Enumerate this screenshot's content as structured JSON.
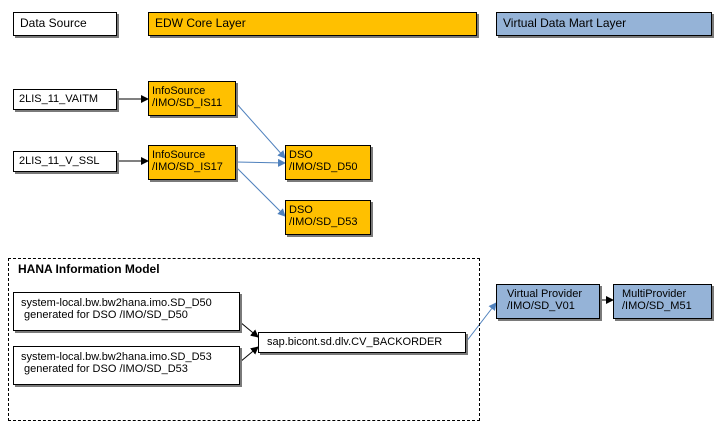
{
  "headers": {
    "data_source": "Data Source",
    "edw_core": "EDW Core Layer",
    "virtual_mart": "Virtual Data Mart Layer"
  },
  "sources": {
    "vaitm": "2LIS_11_VAITM",
    "v_ssl": "2LIS_11_V_SSL"
  },
  "infosources": {
    "is11": {
      "line1": "InfoSource",
      "line2": "/IMO/SD_IS11"
    },
    "is17": {
      "line1": "InfoSource",
      "line2": "/IMO/SD_IS17"
    }
  },
  "dsos": {
    "d50": {
      "line1": "DSO",
      "line2": "/IMO/SD_D50"
    },
    "d53": {
      "line1": "DSO",
      "line2": "/IMO/SD_D53"
    }
  },
  "hana": {
    "title": "HANA Information Model",
    "view_d50": {
      "line1": "system-local.bw.bw2hana.imo.SD_D50",
      "line2": " generated for DSO /IMO/SD_D50"
    },
    "view_d53": {
      "line1": "system-local.bw.bw2hana.imo.SD_D53",
      "line2": " generated for DSO /IMO/SD_D53"
    },
    "calc_view": "sap.bicont.sd.dlv.CV_BACKORDER"
  },
  "providers": {
    "virtual": {
      "line1": "Virtual Provider",
      "line2": "/IMO/SD_V01"
    },
    "multi": {
      "line1": "MultiProvider",
      "line2": "/IMO/SD_M51"
    }
  },
  "colors": {
    "edw_fill": "#ffc000",
    "virtual_fill": "#95b3d7",
    "connector_blue": "#4f81bd",
    "connector_dark": "#000000"
  }
}
